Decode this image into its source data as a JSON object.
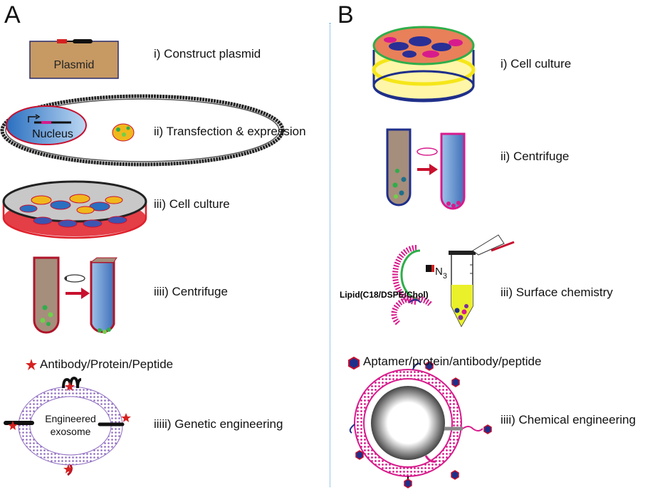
{
  "panels": {
    "a": "A",
    "b": "B"
  },
  "panel_a": {
    "steps": [
      "i) Construct plasmid",
      "ii) Transfection & expression",
      "iii) Cell culture",
      "iiii) Centrifuge",
      "iiiii) Genetic engineering"
    ],
    "plasmid_label": "Plasmid",
    "nucleus_label": "Nucleus",
    "exosome_label_1": "Engineered",
    "exosome_label_2": "exosome",
    "legend": "Antibody/Protein/Peptide"
  },
  "panel_b": {
    "steps": [
      "i) Cell culture",
      "ii) Centrifuge",
      "iii) Surface chemistry",
      "iiii) Chemical engineering"
    ],
    "azide_label": "N",
    "azide_subscript": "3",
    "lipid_label": "Lipid(C18/DSPE/Chol)",
    "legend": "Aptamer/protein/antibody/peptide"
  },
  "colors": {
    "plasmid_fill": "#c79a64",
    "tube_fill": "#a58e7c",
    "tube_border": "#b0142a",
    "dish_red": "#e0202a",
    "arrow_red": "#c8102e",
    "membrane_purple": "#9b7fc2",
    "membrane_magenta": "#d81b8c",
    "navy": "#1f2f8a",
    "yellow": "#f5e61a",
    "green_rim": "#2fae4a"
  },
  "icons": [
    "plasmid-box-icon",
    "cell-icon",
    "petri-dish-icon",
    "centrifuge-tube-icon",
    "exosome-icon",
    "star-icon",
    "hexagon-icon",
    "eppendorf-tube-icon"
  ]
}
